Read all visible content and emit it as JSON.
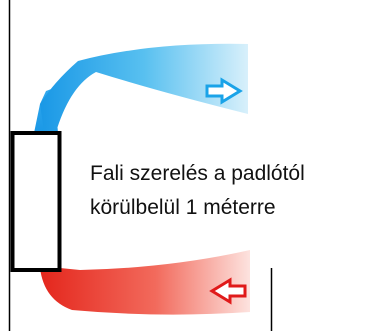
{
  "caption": {
    "line1": "Fali szerelés a  padlótól",
    "line2": "körülbelül 1 méterre"
  },
  "airflow": {
    "upper_arrow_direction": "right",
    "lower_arrow_direction": "left"
  },
  "colors": {
    "cool_air": "#2aa6ee",
    "warm_air": "#e8281e",
    "upper_arrow_outline": "#1aa3e8",
    "lower_arrow_outline": "#e01a1a",
    "unit_outline": "#000000",
    "wall_line": "#000000"
  }
}
